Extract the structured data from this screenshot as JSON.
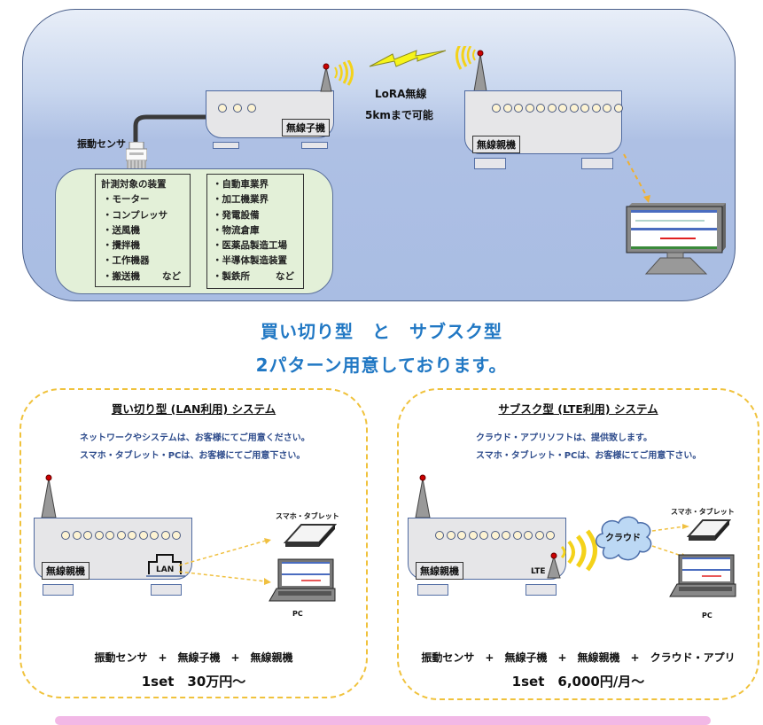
{
  "overview": {
    "sensor_label": "振動センサ",
    "child_unit_label": "無線子機",
    "parent_unit_label": "無線親機",
    "lora_label": "LoRA無線",
    "range_label": "5kmまで可能",
    "targets": {
      "heading": "計測対象の装置",
      "items": [
        "・モーター",
        "・コンプレッサ",
        "・送風機",
        "・攪拌機",
        "・工作機器",
        "・搬送機"
      ],
      "suffix": "など"
    },
    "industries": {
      "items": [
        "・自動車業界",
        "・加工機業界",
        "・発電設備",
        "・物流倉庫",
        "・医薬品製造工場",
        "・半導体製造装置",
        "・製鉄所"
      ],
      "suffix": "など"
    }
  },
  "headline": {
    "line1": "買い切り型　と　サブスク型",
    "line2": "2パターン用意しております。"
  },
  "plans": [
    {
      "title": "買い切り型 (LAN利用) システム",
      "desc": [
        "ネットワークやシステムは、お客様にてご用意ください。",
        "スマホ・タブレット・PCは、お客様にてご用意下さい。"
      ],
      "unit_label": "無線親機",
      "port_label": "LAN",
      "tablet_label": "スマホ・タブレット",
      "pc_label": "PC",
      "combo": "振動センサ　+　無線子機　+　無線親機",
      "price": "1set　30万円～"
    },
    {
      "title": "サブスク型 (LTE利用) システム",
      "desc": [
        "クラウド・アプリソフトは、提供致します。",
        "スマホ・タブレット・PCは、お客様にてご用意下さい。"
      ],
      "unit_label": "無線親機",
      "port_label": "LTE",
      "cloud_label": "クラウド",
      "tablet_label": "スマホ・タブレット",
      "pc_label": "PC",
      "combo": "振動センサ　+　無線子機　+　無線親機　+　クラウド・アプリ",
      "price": "1set　6,000円/月～"
    }
  ],
  "colors": {
    "headline": "#2178c4",
    "dash_border": "#f0c23c",
    "desc_text": "#2e4c8c",
    "signal": "#f4d21a",
    "footer_bar": "#f2b8e6"
  }
}
